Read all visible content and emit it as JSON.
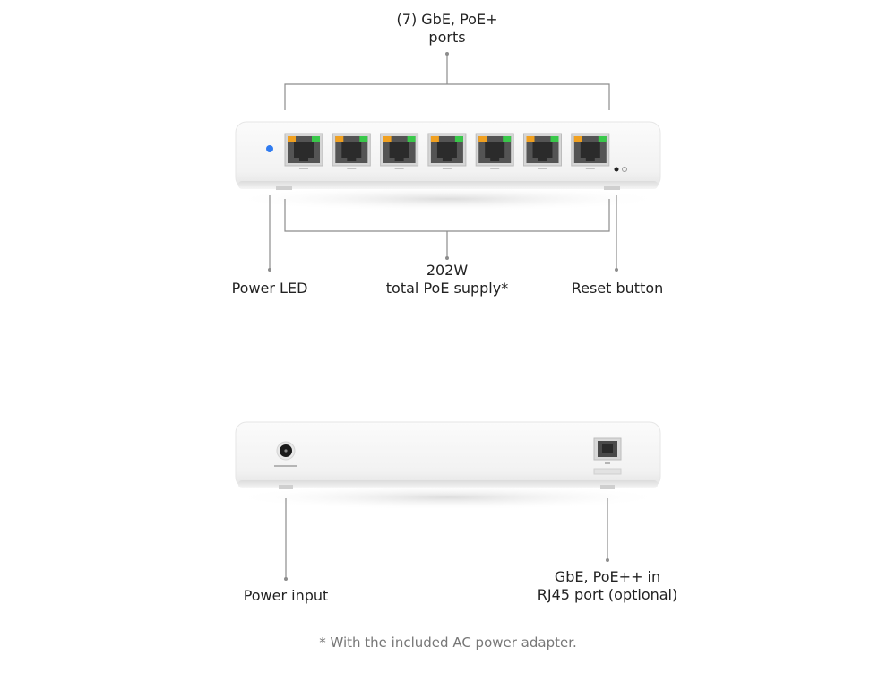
{
  "front": {
    "ports_label_line1": "(7) GbE, PoE+",
    "ports_label_line2": "ports",
    "power_led_label": "Power LED",
    "poe_supply_line1": "202W",
    "poe_supply_line2": "total PoE supply*",
    "reset_label": "Reset button",
    "port_count": 7
  },
  "back": {
    "power_input_label": "Power input",
    "uplink_line1": "GbE, PoE++ in",
    "uplink_line2": "RJ45 port (optional)"
  },
  "footnote": "* With the included AC power adapter.",
  "colors": {
    "led_blue": "#2f7bf0",
    "port_green": "#39c84a",
    "port_orange": "#f0a020",
    "callout_line": "#8c8c8c"
  }
}
